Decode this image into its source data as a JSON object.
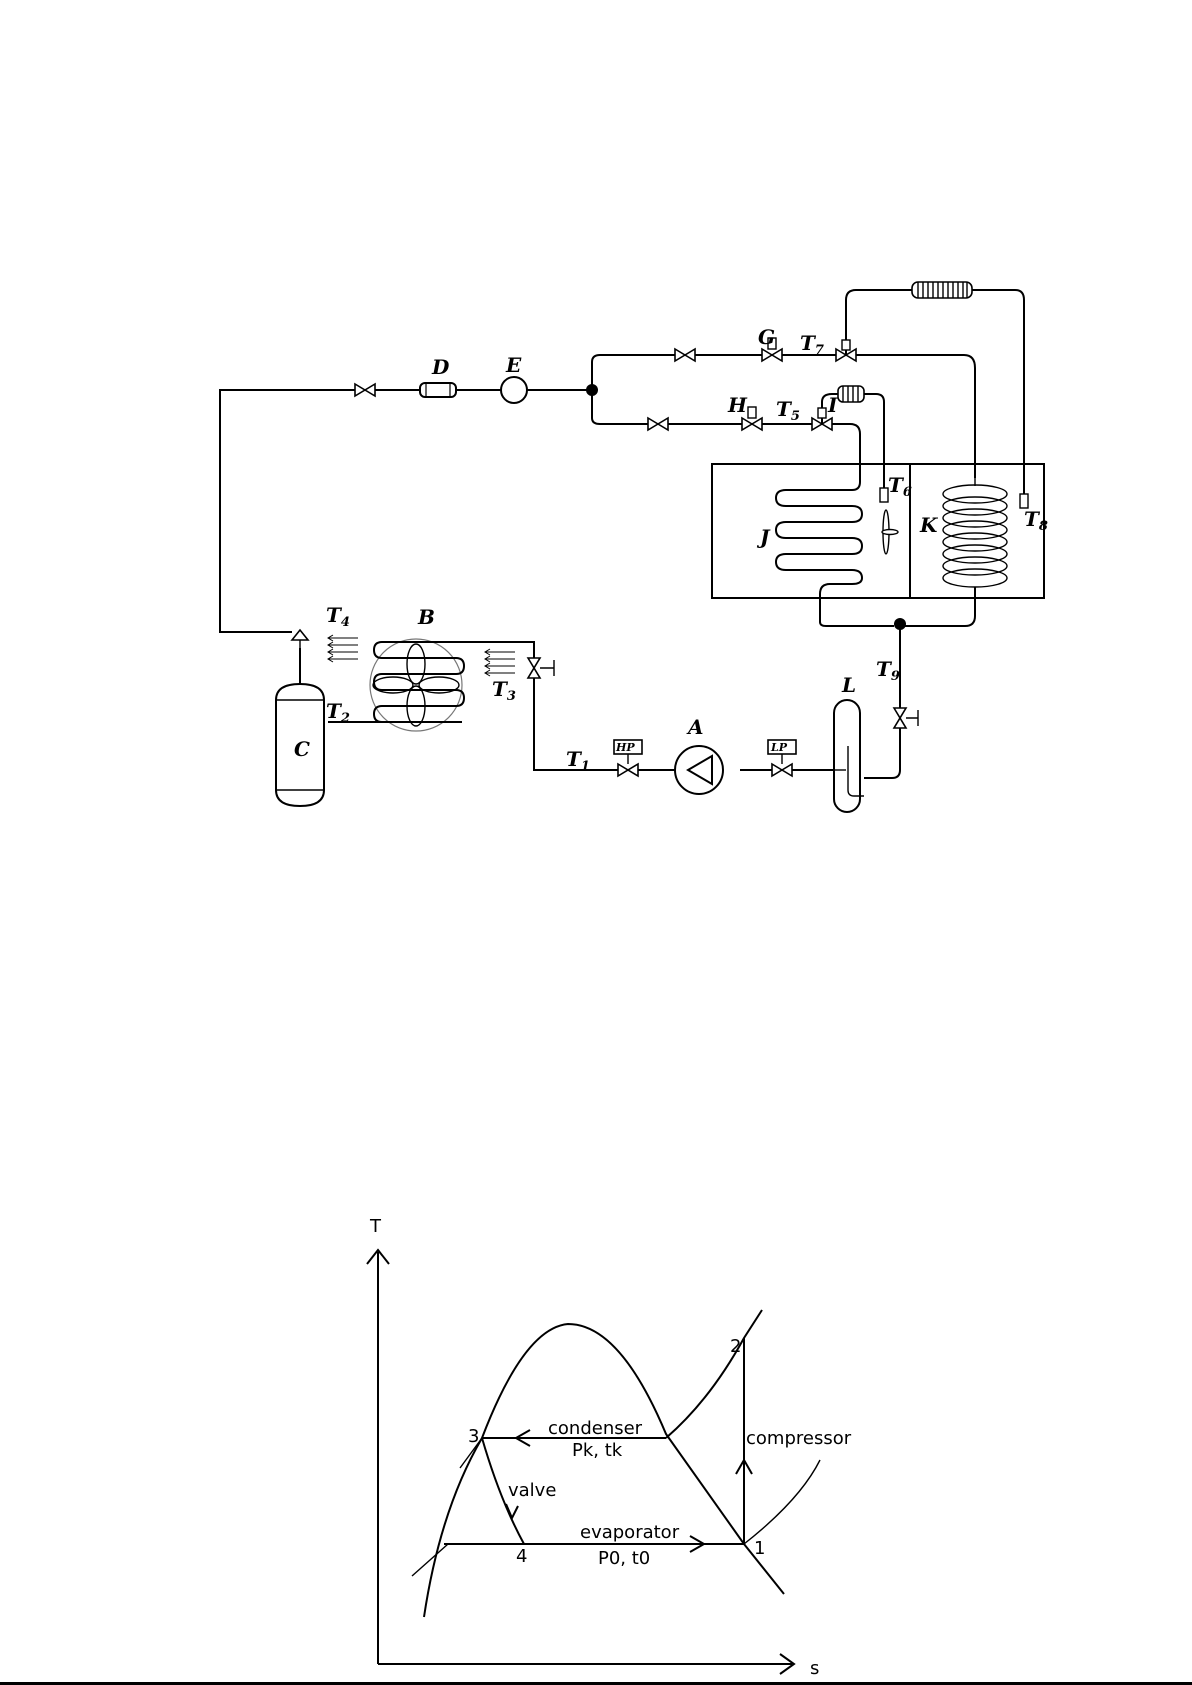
{
  "schematic": {
    "components": {
      "A": "A",
      "B": "B",
      "C": "C",
      "D": "D",
      "E": "E",
      "G": "G",
      "H": "H",
      "I": "I",
      "J": "J",
      "K": "K",
      "L": "L",
      "HP": "HP",
      "LP": "LP"
    },
    "sensors": {
      "T1": "1",
      "T2": "2",
      "T3": "3",
      "T4": "4",
      "T5": "5",
      "T6": "6",
      "T7": "7",
      "T8": "8",
      "T9": "9"
    },
    "sensor_prefix": "T"
  },
  "ts_diagram": {
    "y_axis": "T",
    "x_axis": "s",
    "points": [
      "1",
      "2",
      "3",
      "4"
    ],
    "labels": {
      "condenser": "condenser",
      "condenser_params": "Pk, tk",
      "evaporator": "evaporator",
      "evaporator_params": "P0, t0",
      "compressor": "compressor",
      "valve": "valve"
    }
  }
}
